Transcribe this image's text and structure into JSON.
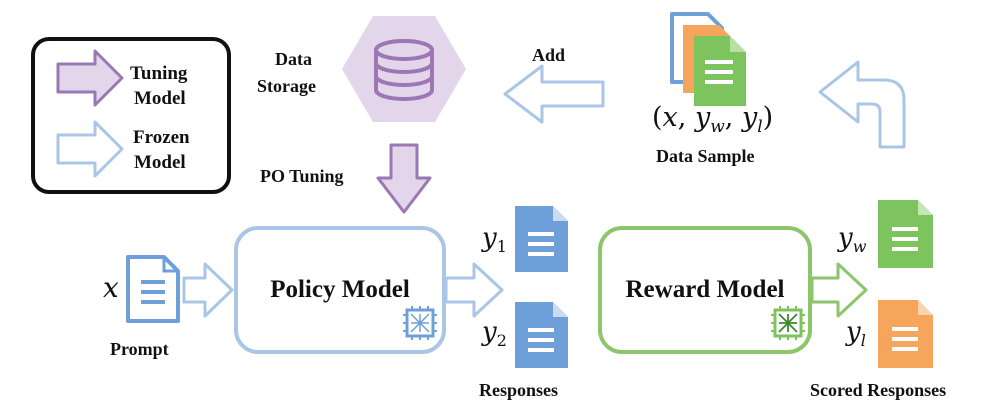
{
  "legend": {
    "tuning_label_line1": "Tuning",
    "tuning_label_line2": "Model",
    "frozen_label_line1": "Frozen",
    "frozen_label_line2": "Model"
  },
  "storage": {
    "label_line1": "Data",
    "label_line2": "Storage",
    "add_label": "Add",
    "po_tuning_label": "PO Tuning"
  },
  "sample": {
    "tuple_label": "(x, y_w, y_l)",
    "tuple_open": "(",
    "tuple_x": "x",
    "tuple_comma1": ", ",
    "tuple_y": "y",
    "tuple_w_sub": "w",
    "tuple_comma2": ", ",
    "tuple_y2": "y",
    "tuple_l_sub": "l",
    "tuple_close": ")",
    "caption": "Data Sample"
  },
  "prompt": {
    "symbol": "x",
    "caption": "Prompt"
  },
  "policy_model": {
    "title": "Policy Model"
  },
  "responses": {
    "y1": "y",
    "y1_sub": "1",
    "y2": "y",
    "y2_sub": "2",
    "caption": "Responses"
  },
  "reward_model": {
    "title": "Reward Model"
  },
  "scored": {
    "yw": "y",
    "yw_sub": "w",
    "yl": "y",
    "yl_sub": "l",
    "caption": "Scored Responses"
  },
  "colors": {
    "tuning_purple": "#9b77b5",
    "storage_hex": "#e3d6ea",
    "frozen_blue": "#a9c6e6",
    "doc_blue": "#6f9fd8",
    "doc_green": "#7ec45e",
    "doc_orange": "#f6a55c",
    "reward_green": "#8cc56b"
  }
}
